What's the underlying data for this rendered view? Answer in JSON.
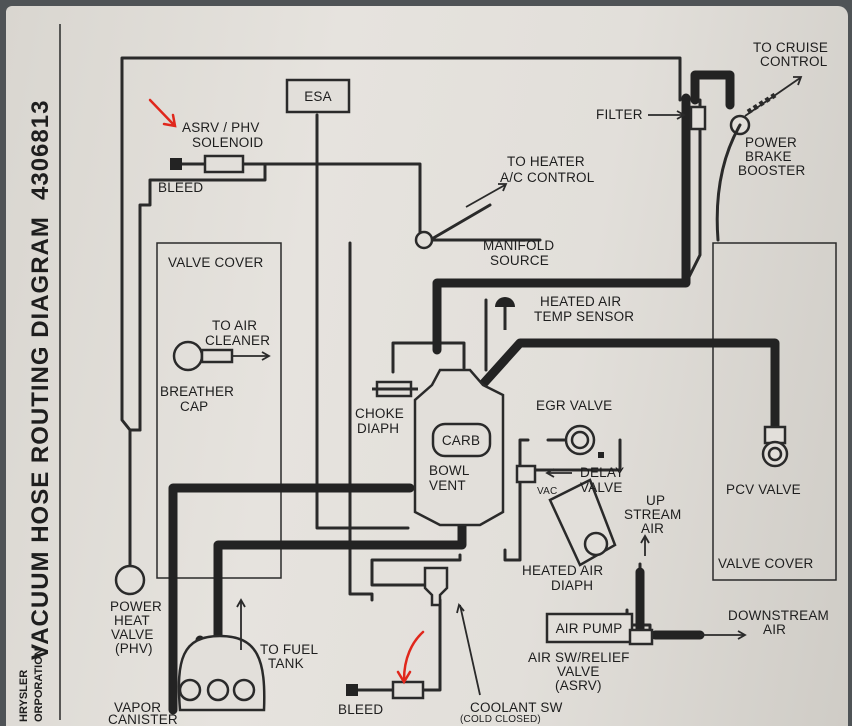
{
  "side_title": "CHRYSLER VACUUM HOSE ROUTING DIAGRAM",
  "side_title_parts": {
    "main": "VACUUM HOSE ROUTING DIAGRAM",
    "brand": "HRYSLER",
    "corp": "ORPORATION"
  },
  "part_number": "4306813",
  "labels": {
    "esa": "ESA",
    "asrv_phv_1": "ASRV / PHV",
    "asrv_phv_2": "SOLENOID",
    "bleed_top": "BLEED",
    "to_heater_1": "TO HEATER",
    "to_heater_2": "A/C CONTROL",
    "manifold_1": "MANIFOLD",
    "manifold_2": "SOURCE",
    "filter": "FILTER",
    "to_cruise_1": "TO CRUISE",
    "to_cruise_2": "CONTROL",
    "brake_1": "POWER",
    "brake_2": "BRAKE",
    "brake_3": "BOOSTER",
    "valve_cover_left": "VALVE COVER",
    "to_air_1": "TO AIR",
    "to_air_2": "CLEANER",
    "breather_1": "BREATHER",
    "breather_2": "CAP",
    "heated_air_1": "HEATED AIR",
    "heated_air_2": "TEMP SENSOR",
    "choke_1": "CHOKE",
    "choke_2": "DIAPH",
    "carb": "CARB",
    "bowl_1": "BOWL",
    "bowl_2": "VENT",
    "egr": "EGR VALVE",
    "delay_1": "DELAY",
    "delay_2": "VALVE",
    "vac": "VAC",
    "upstream_1": "UP",
    "upstream_2": "STREAM",
    "upstream_3": "AIR",
    "pcv": "PCV VALVE",
    "valve_cover_right": "VALVE COVER",
    "heated_diaph_1": "HEATED AIR",
    "heated_diaph_2": "DIAPH",
    "air_pump": "AIR PUMP",
    "downstream_1": "DOWNSTREAM",
    "downstream_2": "AIR",
    "asrv_1": "AIR SW/RELIEF",
    "asrv_2": "VALVE",
    "asrv_3": "(ASRV)",
    "phv_1": "POWER",
    "phv_2": "HEAT",
    "phv_3": "VALVE",
    "phv_4": "(PHV)",
    "to_fuel_1": "TO FUEL",
    "to_fuel_2": "TANK",
    "vapor_1": "VAPOR",
    "vapor_2": "CANISTER",
    "bleed_bottom": "BLEED",
    "coolant_1": "COOLANT SW",
    "coolant_2": "(COLD CLOSED)"
  },
  "colors": {
    "ink": "#232323",
    "marker": "#e0271c",
    "card": "#e2dfda",
    "background": "#4f5356"
  }
}
